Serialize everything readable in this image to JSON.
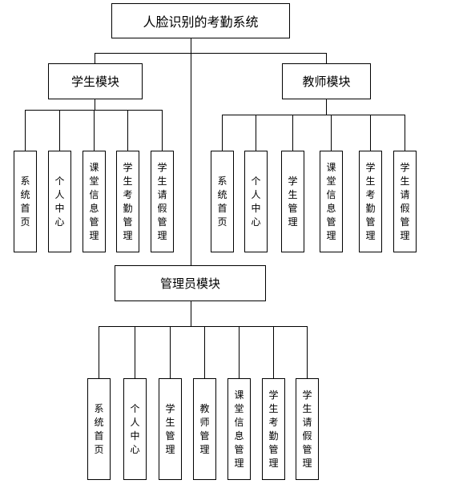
{
  "root": {
    "label": "人脸识别的考勤系统"
  },
  "modules": [
    {
      "id": "student",
      "label": "学生模块",
      "items": [
        "系统首页",
        "个人中心",
        "课堂信息管理",
        "学生考勤管理",
        "学生请假管理"
      ]
    },
    {
      "id": "teacher",
      "label": "教师模块",
      "items": [
        "系统首页",
        "个人中心",
        "学生管理",
        "课堂信息管理",
        "学生考勤管理",
        "学生请假管理"
      ]
    },
    {
      "id": "admin",
      "label": "管理员模块",
      "items": [
        "系统首页",
        "个人中心",
        "学生管理",
        "教师管理",
        "课堂信息管理",
        "学生考勤管理",
        "学生请假管理"
      ]
    }
  ]
}
